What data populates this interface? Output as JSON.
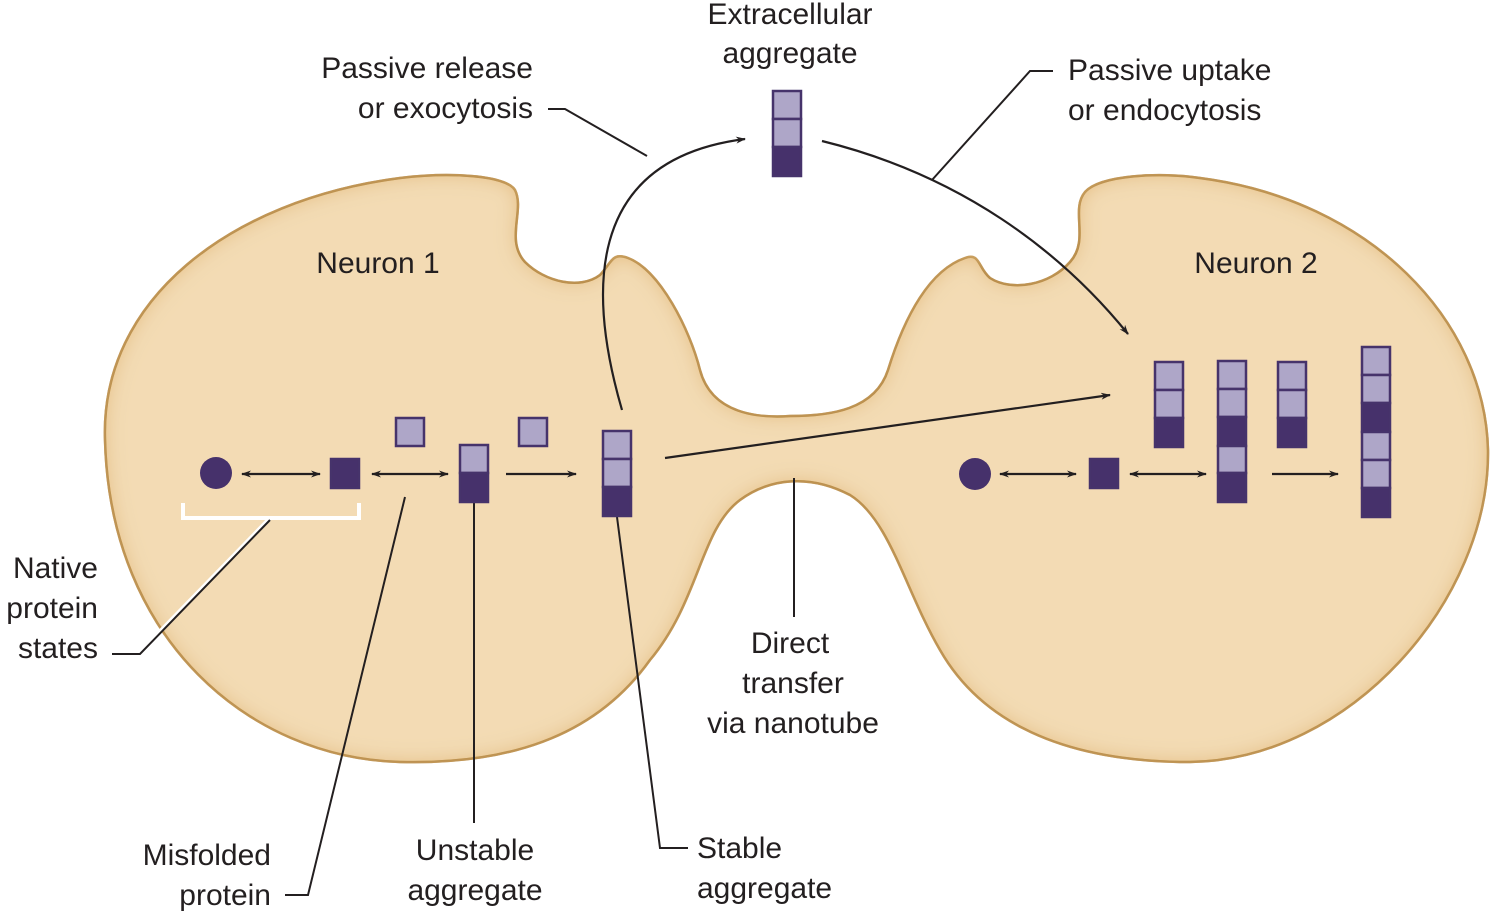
{
  "title": "Prion-like spread of protein aggregates between neurons",
  "colors": {
    "cell_fill": "#f3dbb4",
    "cell_edge": "#9a6b12",
    "native_protein": "#46316b",
    "misfolded_unit": "#46316b",
    "aggregate_unit_light": "#aea6c8",
    "aggregate_outline": "#46336b",
    "text": "#231f20"
  },
  "cells": {
    "neuron1": "Neuron 1",
    "neuron2": "Neuron 2"
  },
  "labels": {
    "extracellular": [
      "Extracellular",
      "aggregate"
    ],
    "release": [
      "Passive release",
      "or exocytosis"
    ],
    "uptake": [
      "Passive uptake",
      "or endocytosis"
    ],
    "native": [
      "Native",
      "protein",
      "states"
    ],
    "misfolded": [
      "Misfolded",
      "protein"
    ],
    "unstable": [
      "Unstable",
      "aggregate"
    ],
    "stable": [
      "Stable",
      "aggregate"
    ],
    "nanotube": [
      "Direct",
      "transfer",
      "via nanotube"
    ]
  },
  "aggregates": {
    "neuron1_free_monomers": 2,
    "neuron1_unstable": [
      "light",
      "dark"
    ],
    "neuron1_stable": [
      "light",
      "light",
      "dark"
    ],
    "extracellular": [
      "light",
      "light",
      "dark"
    ],
    "neuron2_uptaken": [
      [
        "light",
        "light",
        "dark"
      ],
      [
        "light",
        "light",
        "dark",
        "light",
        "dark"
      ],
      [
        "light",
        "light",
        "dark"
      ]
    ],
    "neuron2_grown": [
      "light",
      "light",
      "dark",
      "light",
      "light",
      "dark"
    ]
  },
  "flows": [
    {
      "from": "native protein",
      "to": "misfolded protein",
      "type": "reversible"
    },
    {
      "from": "misfolded protein",
      "to": "unstable aggregate",
      "type": "reversible"
    },
    {
      "from": "unstable aggregate",
      "to": "stable aggregate",
      "type": "forward"
    },
    {
      "from": "stable aggregate (neuron 1)",
      "to": "extracellular aggregate",
      "type": "release"
    },
    {
      "from": "extracellular aggregate",
      "to": "neuron 2",
      "type": "uptake"
    },
    {
      "from": "stable aggregate (neuron 1)",
      "to": "neuron 2",
      "type": "nanotube"
    }
  ]
}
